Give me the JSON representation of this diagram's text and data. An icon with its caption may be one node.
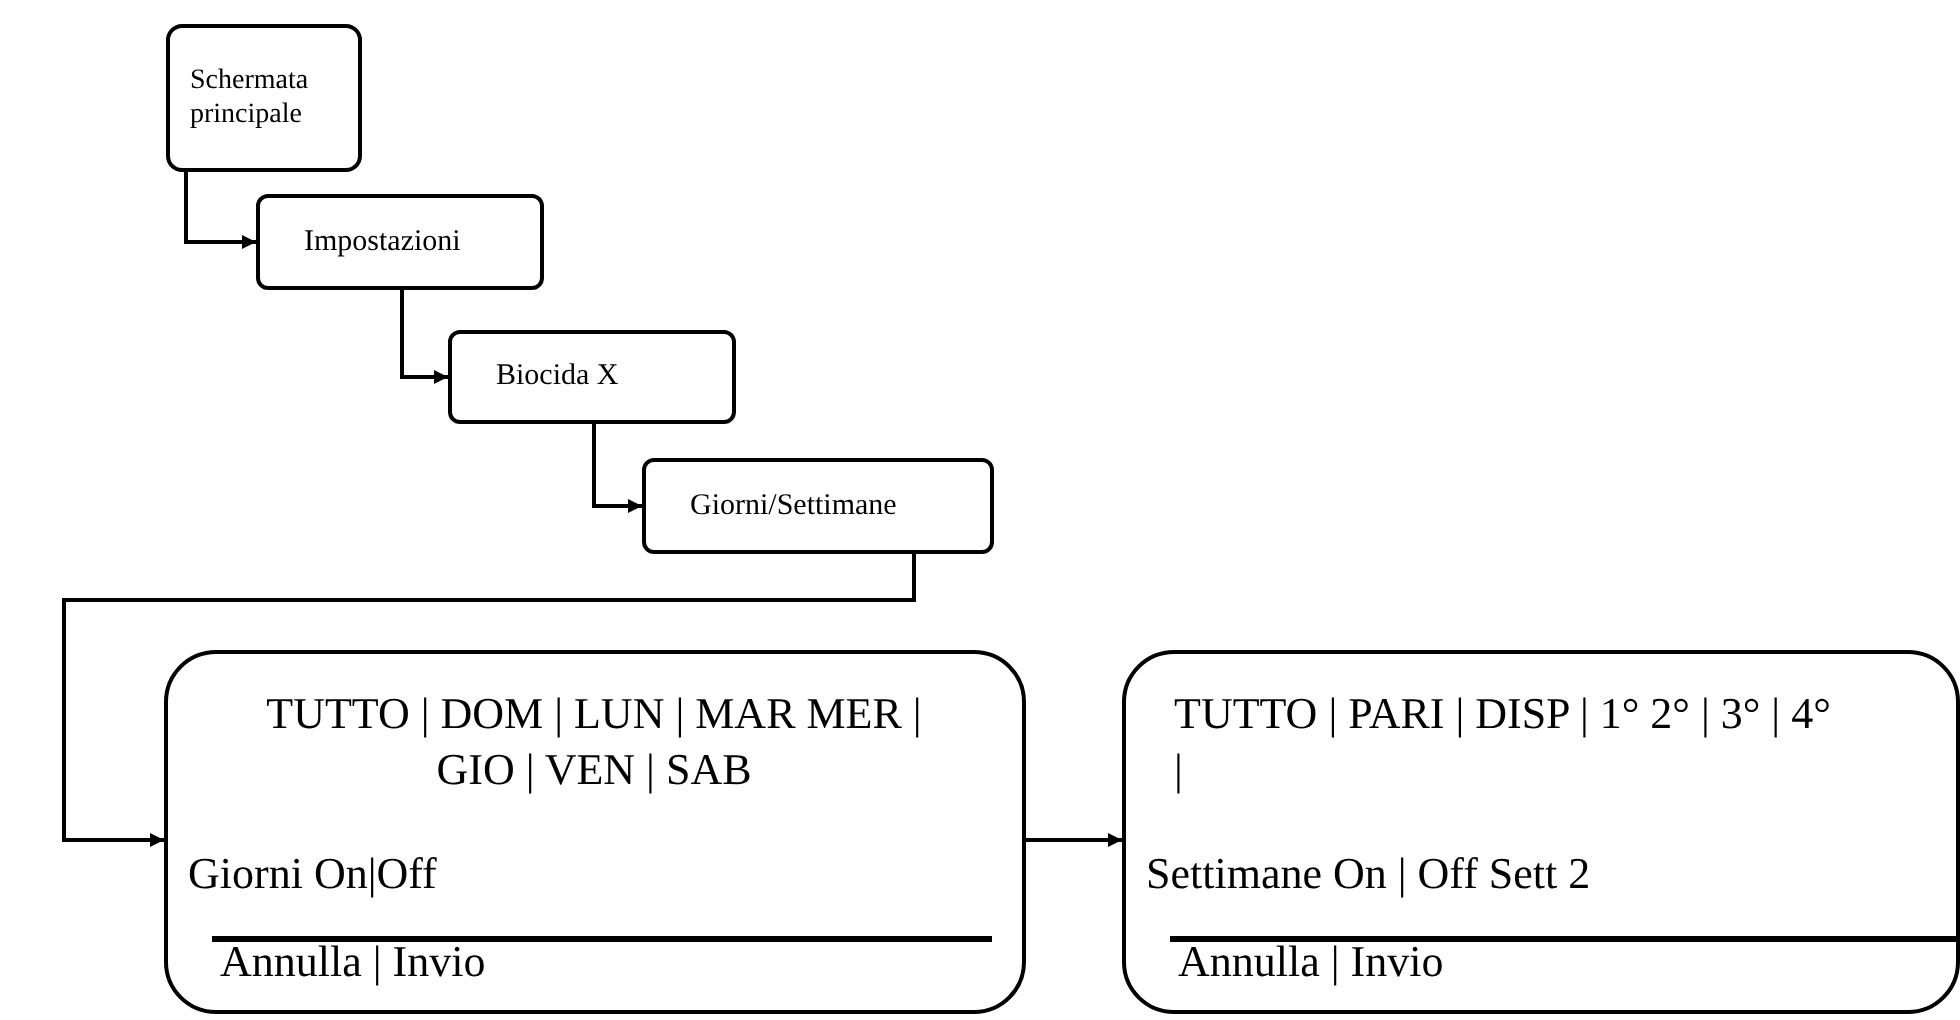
{
  "diagram": {
    "nodes": [
      {
        "text": [
          "Schermata principale"
        ]
      },
      {
        "text": [
          "Impostazioni"
        ]
      },
      {
        "text": [
          "Biocida X"
        ]
      },
      {
        "text": [
          "Giorni/Settimane"
        ]
      },
      {
        "text": [
          "TUTTO | DOM | LUN | MAR MER | GIO | VEN | SAB",
          "Giorni On|Off",
          "Annulla | Invio"
        ]
      },
      {
        "text": [
          "TUTTO | PARI | DISP | 1° 2° | 3° | 4° |",
          "Settimane On | Off Sett 2",
          "Annulla | Invio"
        ]
      }
    ],
    "edges": [
      {
        "from": 0,
        "to": 1,
        "arrow": "to"
      },
      {
        "from": 1,
        "to": 2,
        "arrow": "to"
      },
      {
        "from": 2,
        "to": 3,
        "arrow": "to"
      },
      {
        "from": 3,
        "to": 4,
        "arrow": "to"
      },
      {
        "from": 4,
        "to": 5,
        "arrow": "to"
      }
    ]
  }
}
